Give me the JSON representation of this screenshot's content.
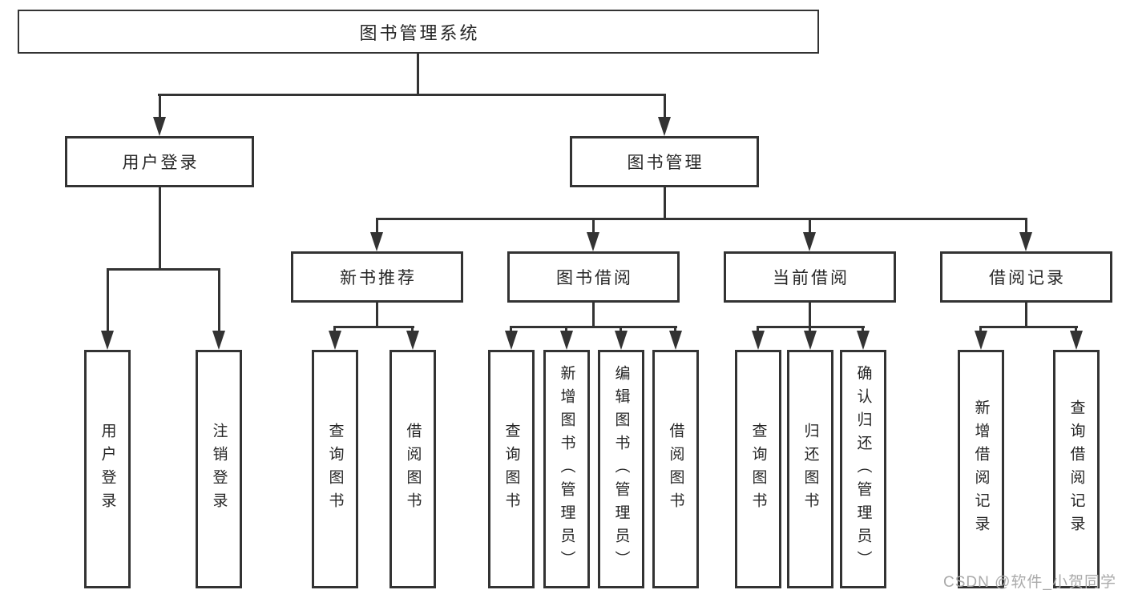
{
  "colors": {
    "line": "#333333",
    "text": "#262626",
    "watermark": "#aaaaaa"
  },
  "diagram": {
    "root": {
      "label": "图书管理系统"
    },
    "branches": [
      {
        "label": "用户登录",
        "children": [
          {
            "label": "用户登录"
          },
          {
            "label": "注销登录"
          }
        ]
      },
      {
        "label": "图书管理",
        "groups": [
          {
            "label": "新书推荐",
            "children": [
              {
                "label": "查询图书"
              },
              {
                "label": "借阅图书"
              }
            ]
          },
          {
            "label": "图书借阅",
            "children": [
              {
                "label": "查询图书"
              },
              {
                "label": "新增图书（管理员）"
              },
              {
                "label": "编辑图书（管理员）"
              },
              {
                "label": "借阅图书"
              }
            ]
          },
          {
            "label": "当前借阅",
            "children": [
              {
                "label": "查询图书"
              },
              {
                "label": "归还图书"
              },
              {
                "label": "确认归还（管理员）"
              }
            ]
          },
          {
            "label": "借阅记录",
            "children": [
              {
                "label": "新增借阅记录"
              },
              {
                "label": "查询借阅记录"
              }
            ]
          }
        ]
      }
    ],
    "watermark": "CSDN @软件_小贺同学"
  }
}
